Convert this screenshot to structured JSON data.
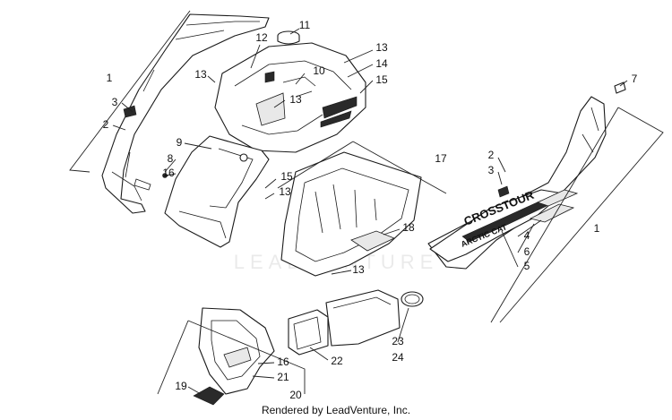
{
  "credit": "Rendered by LeadVenture, Inc.",
  "watermark": "LEADVENTURE",
  "decals": {
    "model": "CROSSTOUR",
    "brand": "ARCTIC CAT"
  },
  "callouts": [
    {
      "id": "1-left",
      "label": "1"
    },
    {
      "id": "2-left",
      "label": "2"
    },
    {
      "id": "3-left",
      "label": "3"
    },
    {
      "id": "8",
      "label": "8"
    },
    {
      "id": "9",
      "label": "9"
    },
    {
      "id": "16-top",
      "label": "16"
    },
    {
      "id": "12",
      "label": "12"
    },
    {
      "id": "11",
      "label": "11"
    },
    {
      "id": "13-a",
      "label": "13"
    },
    {
      "id": "10",
      "label": "10"
    },
    {
      "id": "13-b",
      "label": "13"
    },
    {
      "id": "13-c",
      "label": "13"
    },
    {
      "id": "14",
      "label": "14"
    },
    {
      "id": "15-top",
      "label": "15"
    },
    {
      "id": "7",
      "label": "7"
    },
    {
      "id": "17",
      "label": "17"
    },
    {
      "id": "15-mid",
      "label": "15"
    },
    {
      "id": "13-d",
      "label": "13"
    },
    {
      "id": "18",
      "label": "18"
    },
    {
      "id": "13-e",
      "label": "13"
    },
    {
      "id": "2-right",
      "label": "2"
    },
    {
      "id": "3-right",
      "label": "3"
    },
    {
      "id": "1-right",
      "label": "1"
    },
    {
      "id": "4",
      "label": "4"
    },
    {
      "id": "6",
      "label": "6"
    },
    {
      "id": "5",
      "label": "5"
    },
    {
      "id": "22",
      "label": "22"
    },
    {
      "id": "23",
      "label": "23"
    },
    {
      "id": "24",
      "label": "24"
    },
    {
      "id": "16-bottom",
      "label": "16"
    },
    {
      "id": "21",
      "label": "21"
    },
    {
      "id": "19",
      "label": "19"
    },
    {
      "id": "20",
      "label": "20"
    }
  ]
}
